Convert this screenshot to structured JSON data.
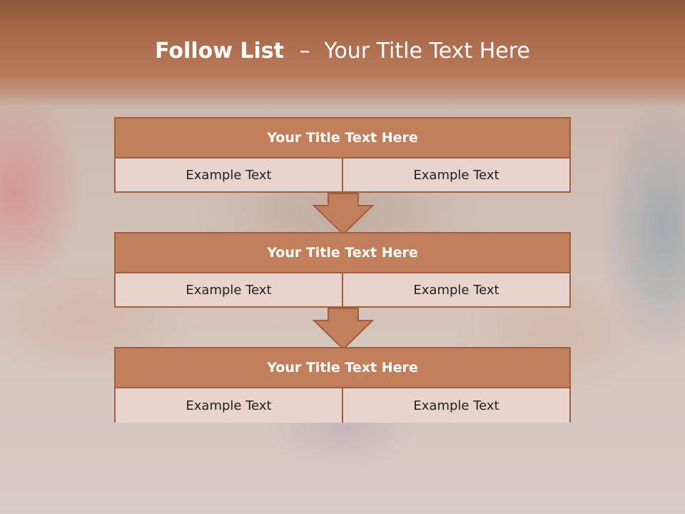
{
  "slide": {
    "title_bold": "Follow List",
    "title_dash": "–",
    "title_rest": "Your Title Text Here"
  },
  "steps": [
    {
      "title": "Your Title Text Here",
      "left": "Example Text",
      "right": "Example Text"
    },
    {
      "title": "Your Title Text Here",
      "left": "Example Text",
      "right": "Example Text"
    },
    {
      "title": "Your Title Text Here",
      "left": "Example Text",
      "right": "Example Text"
    }
  ],
  "colors": {
    "header_band": "#a9694a",
    "title_bar": "#c27f5c",
    "cell_fill": "#e8d4cd",
    "border": "#a05f3e",
    "arrow_fill": "#c27f5c"
  }
}
